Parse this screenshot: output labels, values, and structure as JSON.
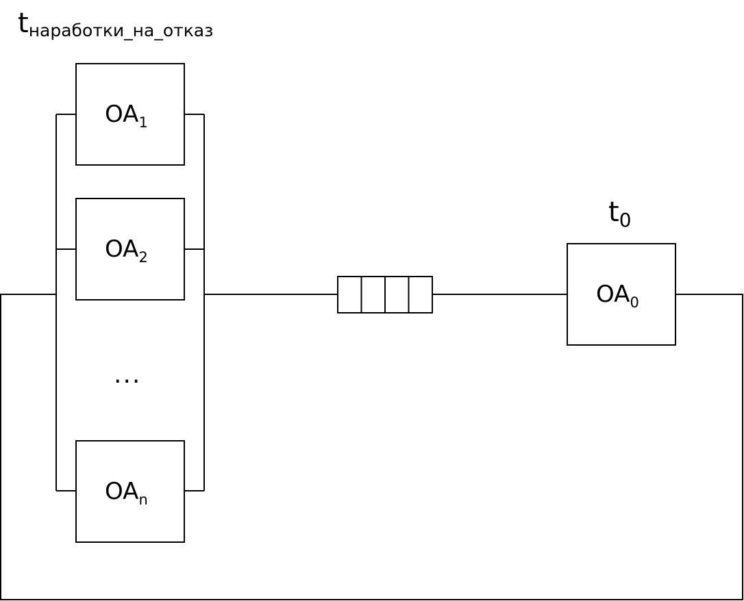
{
  "diagram": {
    "title": {
      "main": "t",
      "subscript": "наработки_на_отказ"
    },
    "parallel_channels": [
      {
        "id": "oa1",
        "main": "OA",
        "subscript": "1"
      },
      {
        "id": "oa2",
        "main": "OA",
        "subscript": "2"
      },
      {
        "id": "oan",
        "main": "OA",
        "subscript": "n"
      }
    ],
    "ellipsis": "...",
    "queue": {
      "cells": 4
    },
    "server": {
      "label": {
        "main": "OA",
        "subscript": "0"
      },
      "time_label": {
        "main": "t",
        "subscript": "0"
      }
    },
    "colors": {
      "stroke": "#000000",
      "background": "#ffffff"
    }
  }
}
